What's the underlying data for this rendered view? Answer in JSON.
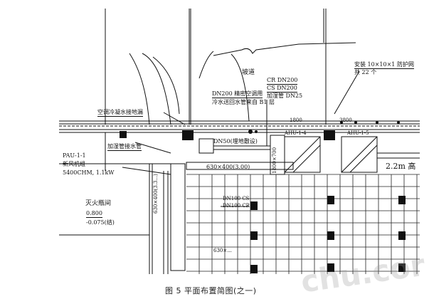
{
  "labels": {
    "corridor": "坡道",
    "cr_dn200": "CR DN200",
    "cs_dn200": "CS DN200",
    "humid_pipe_dn25": "加湿管 DN25",
    "install_screen": "安装 10×10×1 防护网",
    "count_22": "共 22 个",
    "dn200_note_line1": "DN200 精密空调用",
    "dn200_note_line2": "冷水送回水管来自 B1 层",
    "condensate_drain": "空调冷凝水接地漏",
    "humid_drain": "加湿管接水管",
    "pau_id": "PAU-1-1",
    "pau_name": "新风机组",
    "pau_spec": "5400CHM, 1.1kW",
    "fire_room": "灭火瓶间",
    "level_value_1": "0.800",
    "level_value_2": "-0.075(结)",
    "dn50": "DN50(埋地敷设)",
    "duct_630x400": "630×400(3.00)",
    "duct_630x400_vert": "630×400(3.3...)",
    "ahu_left": "AHU-1-4",
    "ahu_right": "AHU-1-5",
    "dim_1800": "1800",
    "dim_3800": "3800",
    "dn100_cs": "DN100 CS",
    "dn100_cr": "DN100 CR",
    "duct_vert_mid": "1800×700",
    "height_note": "2.2m 高",
    "duct_630x": "630×..."
  },
  "caption": "图 5   平面布置简图(之一)",
  "watermark": "chu.cor"
}
